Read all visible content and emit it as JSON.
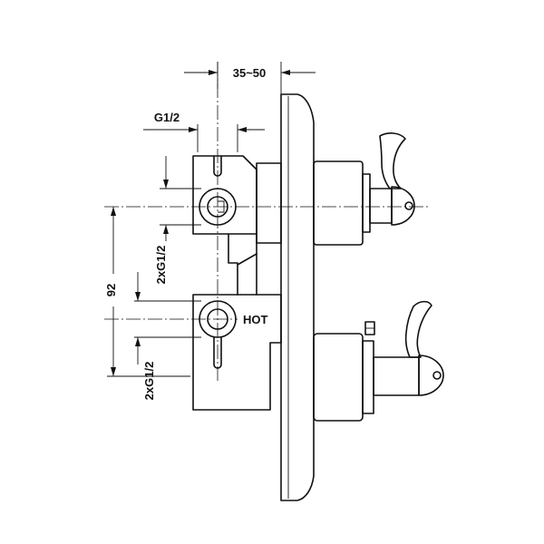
{
  "labels": {
    "depth_range": "35~50",
    "top_thread": "G1/2",
    "upper_inlets": "2xG1/2",
    "inlet_spacing": "92",
    "lower_inlets": "2xG1/2",
    "hot_marker": "HOT"
  },
  "colors": {
    "line": "#111111",
    "background": "#ffffff"
  }
}
